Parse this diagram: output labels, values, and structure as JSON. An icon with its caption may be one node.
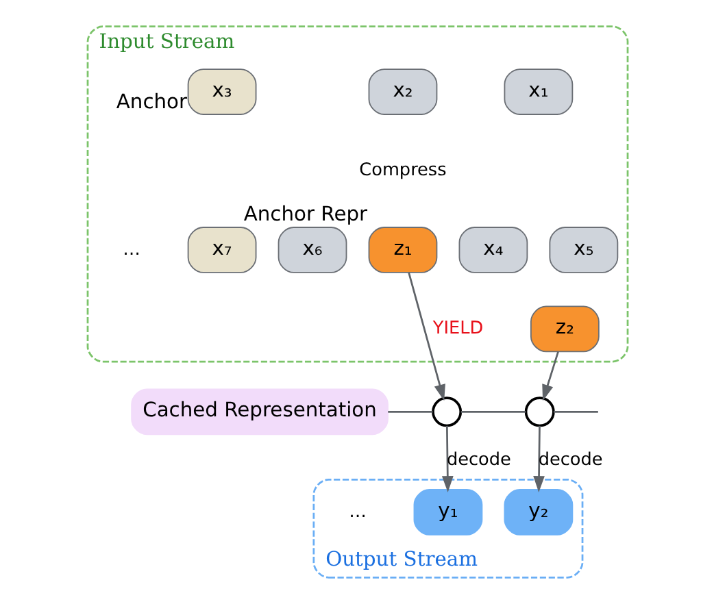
{
  "diagram": {
    "nodes": [
      {
        "text": [
          "Input Stream"
        ]
      },
      {
        "text": [
          "x₁"
        ],
        "in": 0
      },
      {
        "text": [
          "x₂"
        ],
        "in": 0
      },
      {
        "text": [
          "x₃"
        ],
        "in": 0,
        "beside": [
          "Anchor"
        ]
      },
      {
        "text": [
          "z₁"
        ],
        "in": 0,
        "beside": [
          "Anchor Repr"
        ]
      },
      {
        "text": [
          "x₄"
        ],
        "in": 0
      },
      {
        "text": [
          "x₅"
        ],
        "in": 0
      },
      {
        "text": [
          "x₆"
        ],
        "in": 0
      },
      {
        "text": [
          "x₇"
        ],
        "in": 0
      },
      {
        "text": [
          "z₂"
        ],
        "in": 0
      },
      {
        "text": [
          "Cached Representation"
        ]
      },
      {
        "text": [],
        "shape": "circle"
      },
      {
        "text": [],
        "shape": "circle"
      },
      {
        "text": [
          "Output Stream"
        ]
      },
      {
        "text": [
          "y₁"
        ],
        "in": 13
      },
      {
        "text": [
          "y₂"
        ],
        "in": 13
      }
    ],
    "edges": [
      {
        "from": 4,
        "to": 11,
        "arrow": "to",
        "label": "YIELD"
      },
      {
        "from": 9,
        "to": 12,
        "arrow": "to"
      },
      {
        "from": 10,
        "to": 11,
        "arrow": "none"
      },
      {
        "from": 11,
        "to": 12,
        "arrow": "none"
      },
      {
        "from": 12,
        "to": null,
        "arrow": "none"
      },
      {
        "from": 11,
        "to": 14,
        "arrow": "to",
        "label": "decode"
      },
      {
        "from": 12,
        "to": 15,
        "arrow": "to",
        "label": "decode"
      }
    ],
    "labels": [
      "Compress",
      "…",
      "…"
    ]
  }
}
